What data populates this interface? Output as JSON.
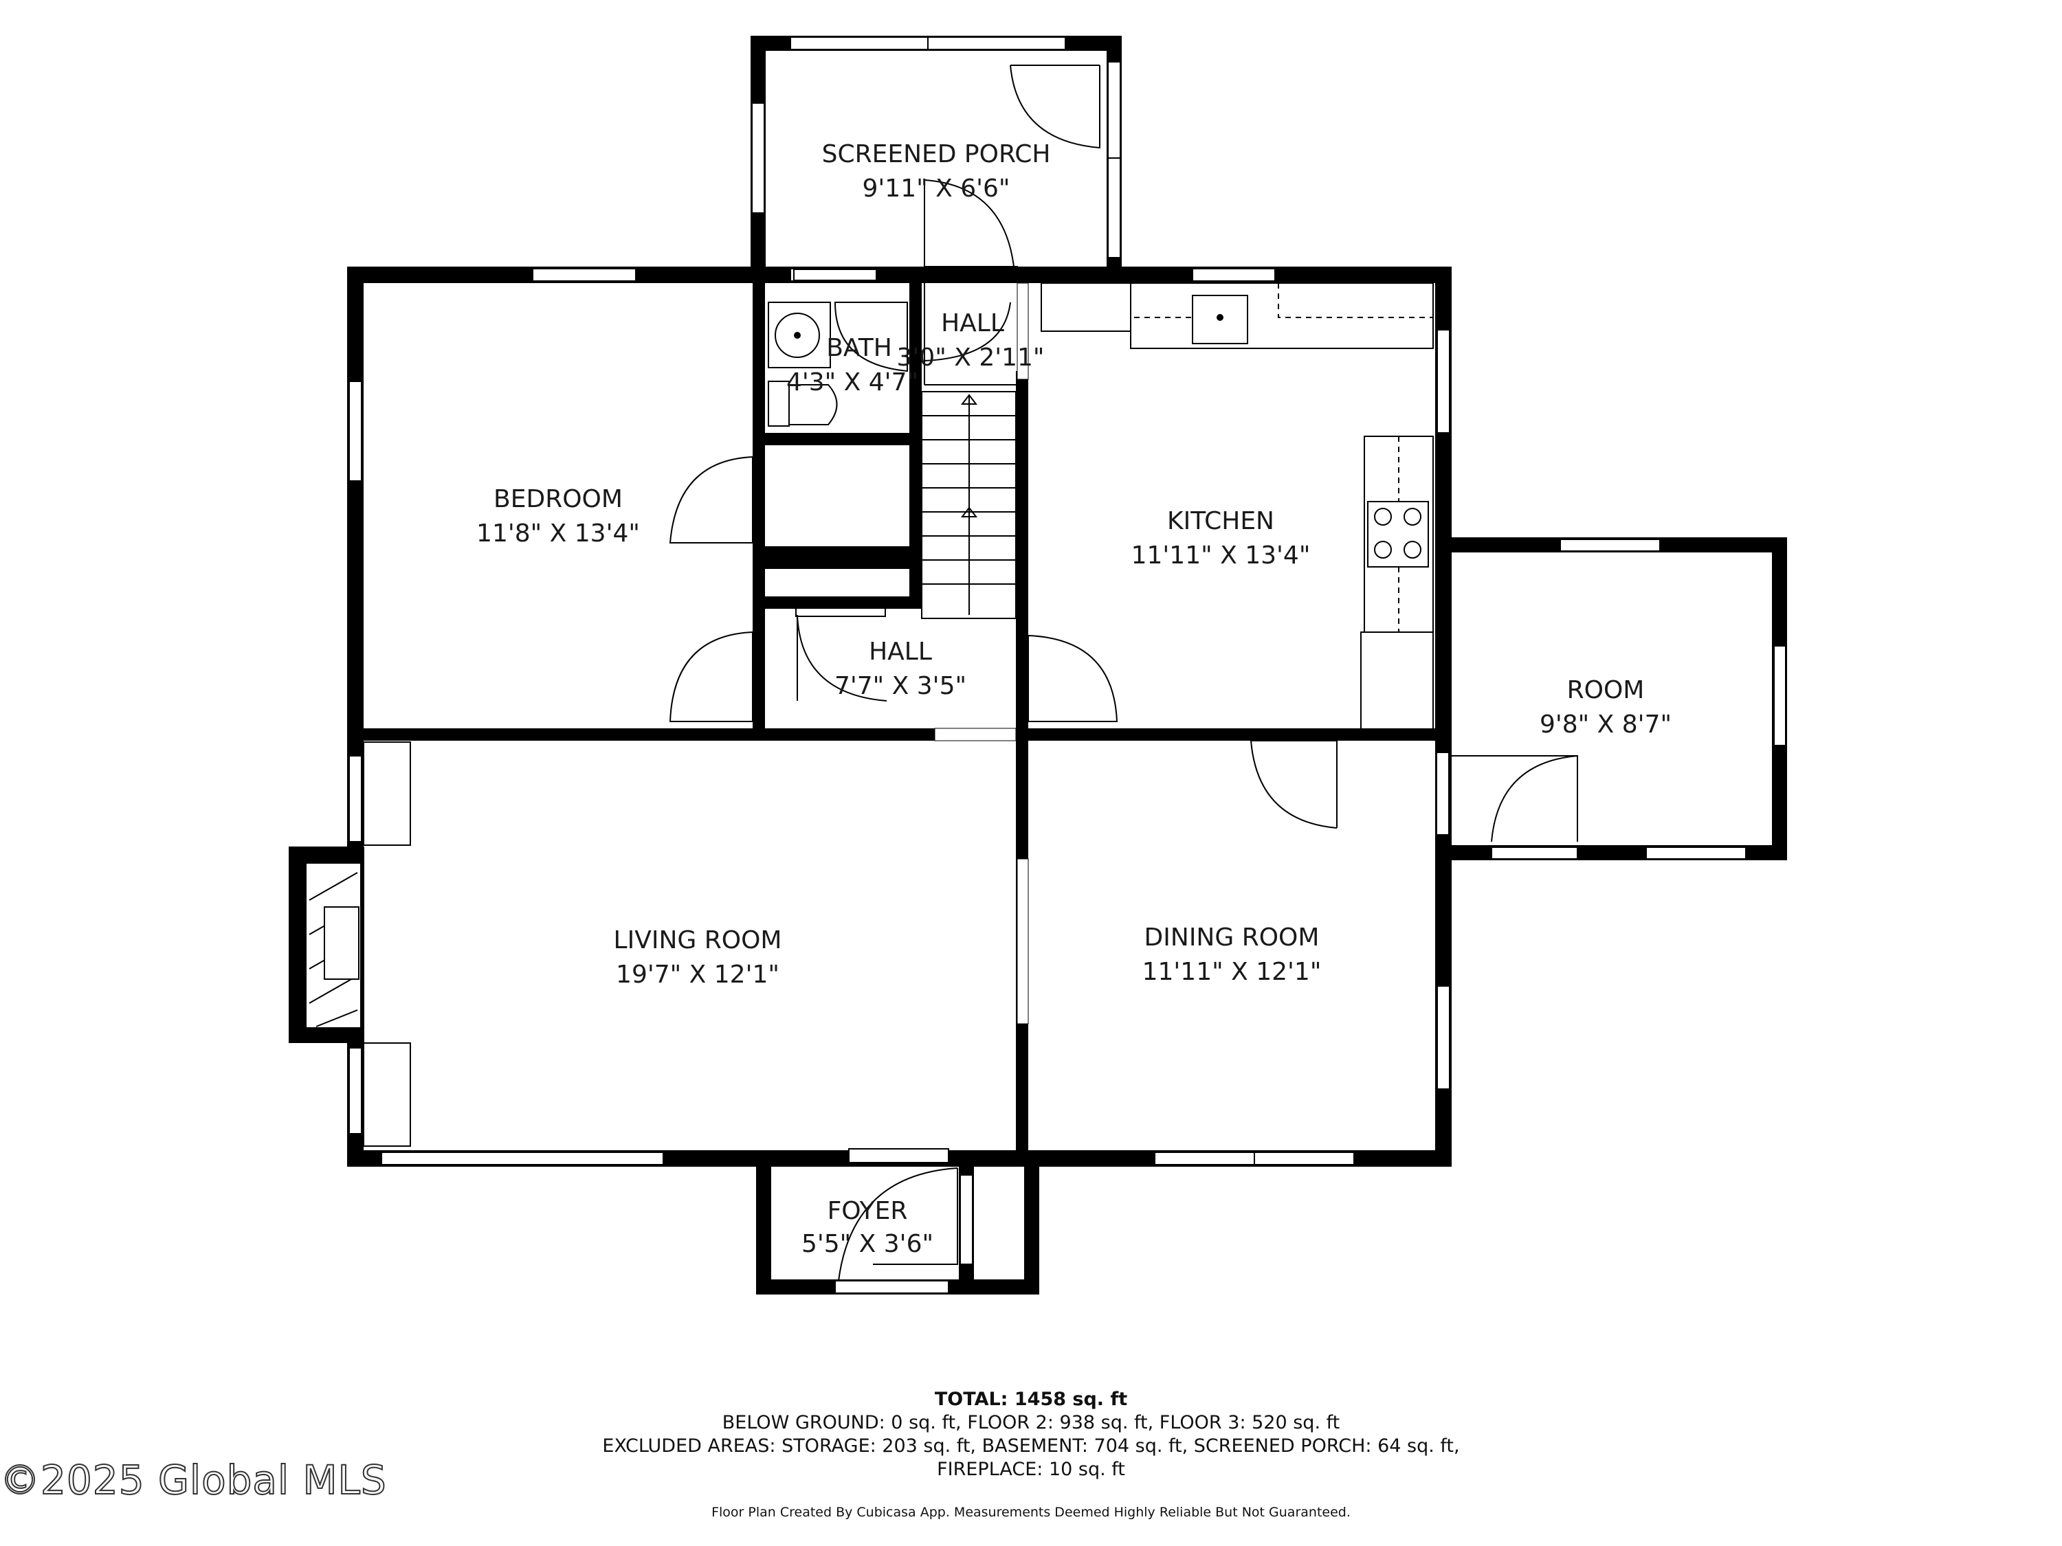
{
  "rooms": {
    "screened_porch": {
      "name": "SCREENED PORCH",
      "dims": "9'11\" X 6'6\""
    },
    "bath": {
      "name": "BATH",
      "dims": "4'3\" X 4'7\""
    },
    "hall_upper": {
      "name": "HALL",
      "dims": "3'0\" X 2'11\""
    },
    "bedroom": {
      "name": "BEDROOM",
      "dims": "11'8\" X 13'4\""
    },
    "kitchen": {
      "name": "KITCHEN",
      "dims": "11'11\" X 13'4\""
    },
    "hall_lower": {
      "name": "HALL",
      "dims": "7'7\" X 3'5\""
    },
    "room": {
      "name": "ROOM",
      "dims": "9'8\" X 8'7\""
    },
    "living_room": {
      "name": "LIVING ROOM",
      "dims": "19'7\" X 12'1\""
    },
    "dining_room": {
      "name": "DINING ROOM",
      "dims": "11'11\" X 12'1\""
    },
    "foyer": {
      "name": "FOYER",
      "dims": "5'5\" X 3'6\""
    }
  },
  "summary": {
    "total": "TOTAL: 1458 sq. ft",
    "line1": "BELOW GROUND: 0 sq. ft, FLOOR 2: 938 sq. ft, FLOOR 3: 520 sq. ft",
    "line2": "EXCLUDED AREAS: STORAGE: 203 sq. ft, BASEMENT: 704 sq. ft, SCREENED PORCH: 64 sq. ft,",
    "line3": "FIREPLACE: 10 sq. ft"
  },
  "disclaimer": "Floor Plan Created By Cubicasa App. Measurements Deemed Highly Reliable But Not Guaranteed.",
  "watermark": "©2025 Global MLS"
}
